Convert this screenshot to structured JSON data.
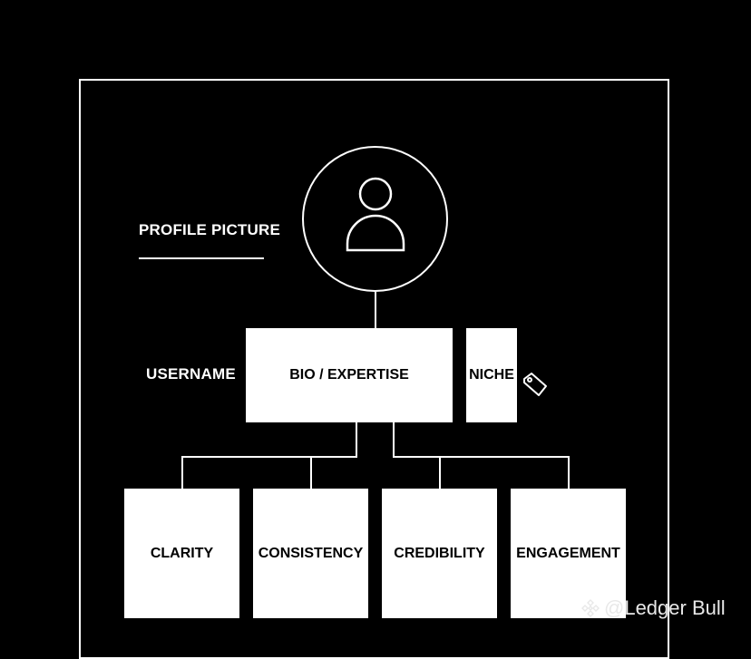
{
  "diagram": {
    "profile_picture_label": "PROFILE PICTURE",
    "username_label": "USERNAME",
    "bio_label": "BIO / EXPERTISE",
    "niche_label": "NICHE",
    "pillars": [
      "CLARITY",
      "CONSISTENCY",
      "CREDIBILITY",
      "ENGAGEMENT"
    ]
  },
  "icons": {
    "avatar": "user-icon",
    "tag": "tag-icon",
    "watermark_logo": "binance-logo-icon"
  },
  "watermark": {
    "text": "@Ledger Bull"
  },
  "colors": {
    "background": "#000000",
    "foreground": "#ffffff",
    "box_text": "#000000"
  }
}
